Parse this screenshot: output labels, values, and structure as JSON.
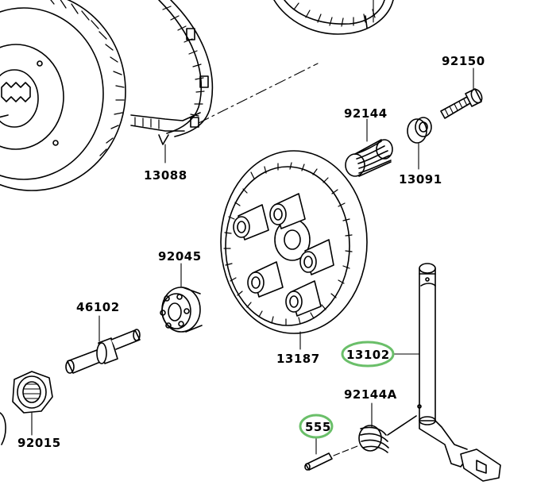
{
  "diagram": {
    "highlight_color": "#6abf69",
    "line_color": "#000000",
    "part_labels": {
      "p92150": "92150",
      "p92144": "92144",
      "p13091": "13091",
      "p13088": "13088",
      "p92045": "92045",
      "p46102": "46102",
      "p13187": "13187",
      "p13102": "13102",
      "p92144A": "92144A",
      "p555": "555",
      "p92015": "92015"
    },
    "highlighted_parts": [
      "13102",
      "555"
    ]
  }
}
